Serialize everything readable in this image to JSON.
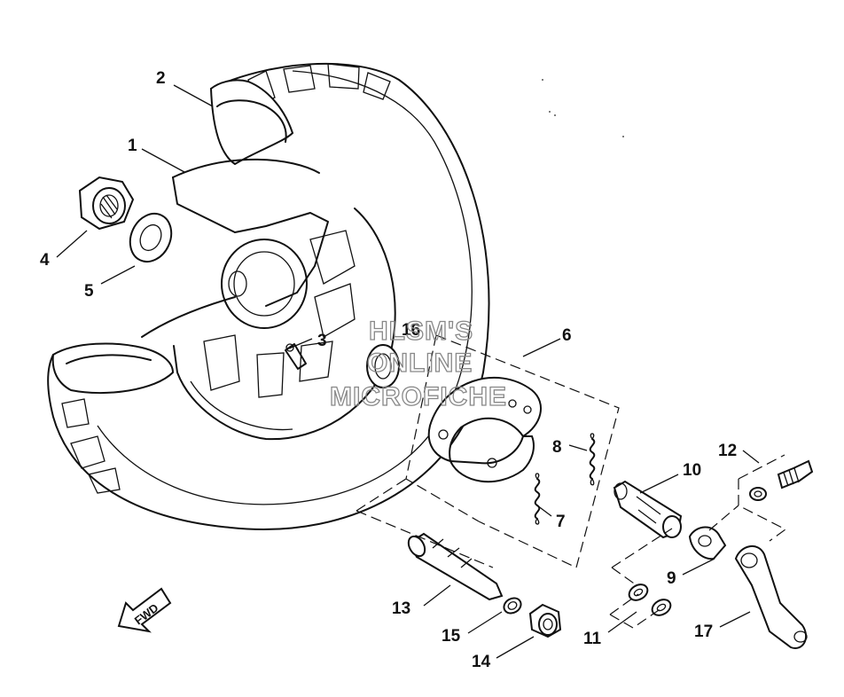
{
  "callouts": [
    "1",
    "2",
    "3",
    "4",
    "5",
    "6",
    "7",
    "8",
    "9",
    "10",
    "11",
    "12",
    "13",
    "14",
    "15",
    "16",
    "17"
  ],
  "watermark": {
    "line1": "HLSM'S",
    "line2": "ONLINE",
    "line3": "MICROFICHE"
  },
  "fwd_label": "FWD"
}
